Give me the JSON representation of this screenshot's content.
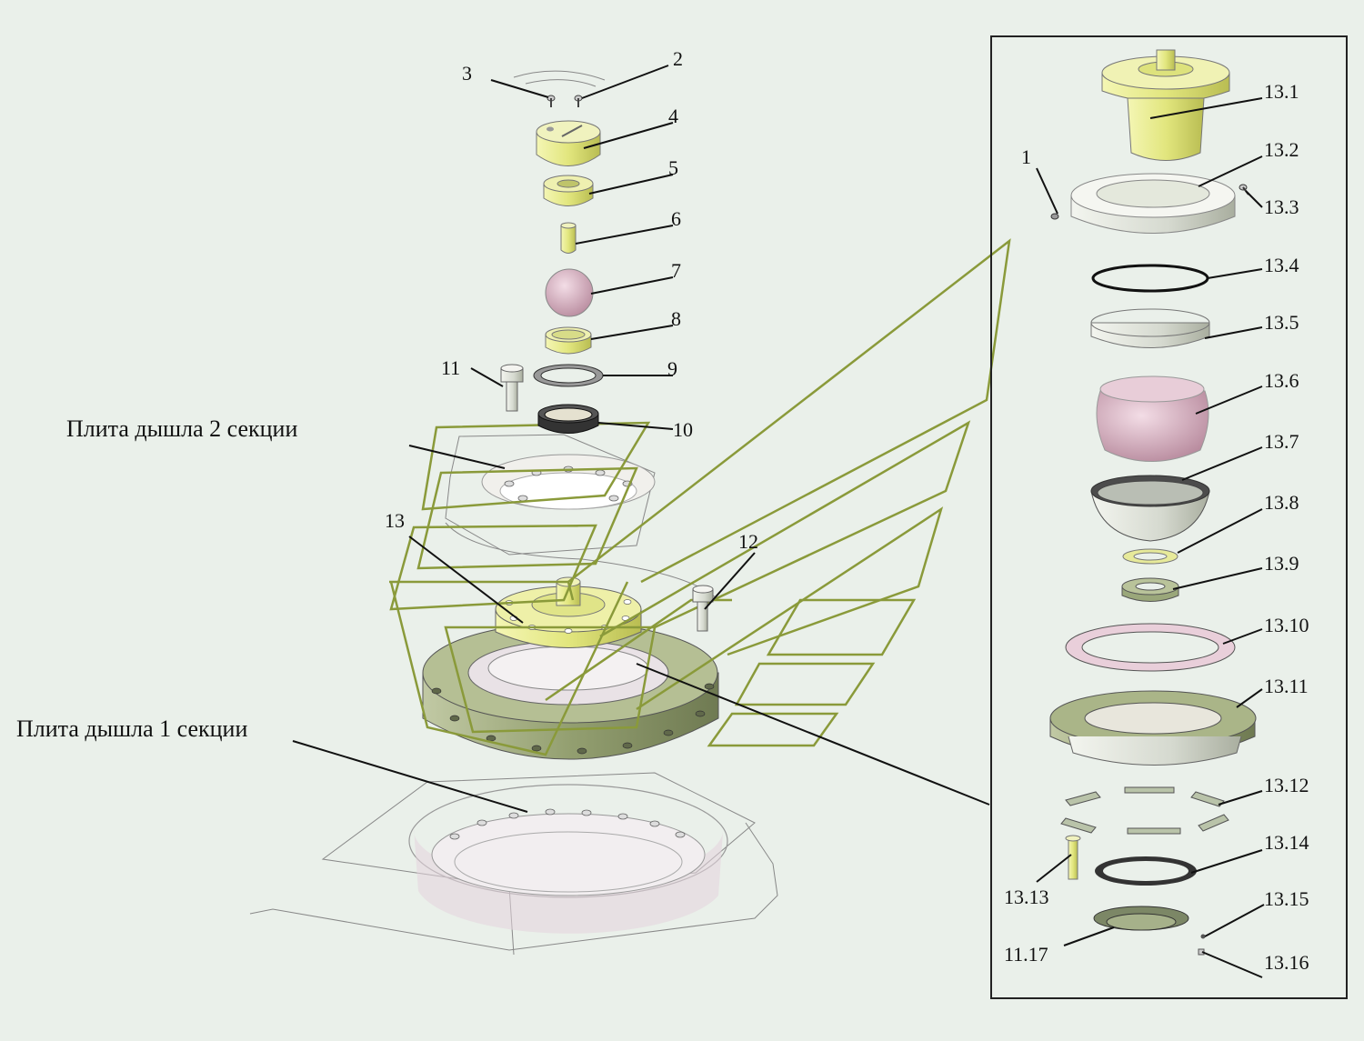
{
  "captions": {
    "section2": "Плита дышла 2 секции",
    "section1": "Плита дышла 1 секции"
  },
  "labels": {
    "n1": "1",
    "n2": "2",
    "n3": "3",
    "n4": "4",
    "n5": "5",
    "n6": "6",
    "n7": "7",
    "n8": "8",
    "n9": "9",
    "n10": "10",
    "n11": "11",
    "n12": "12",
    "n13": "13",
    "d13_1": "13.1",
    "d13_2": "13.2",
    "d13_3": "13.3",
    "d13_4": "13.4",
    "d13_5": "13.5",
    "d13_6": "13.6",
    "d13_7": "13.7",
    "d13_8": "13.8",
    "d13_9": "13.9",
    "d13_10": "13.10",
    "d13_11": "13.11",
    "d13_12": "13.12",
    "d13_13": "13.13",
    "d13_14": "13.14",
    "d13_15": "13.15",
    "d13_16": "13.16",
    "d11_17": "11.17"
  },
  "colors": {
    "background": "#eaf0ea",
    "outline_accent": "#8a9a3a",
    "yellow_part": "#e8ec8c",
    "pink_part": "#d9aec0",
    "green_part": "#9aa87a",
    "gray_part": "#c8ccc0"
  }
}
